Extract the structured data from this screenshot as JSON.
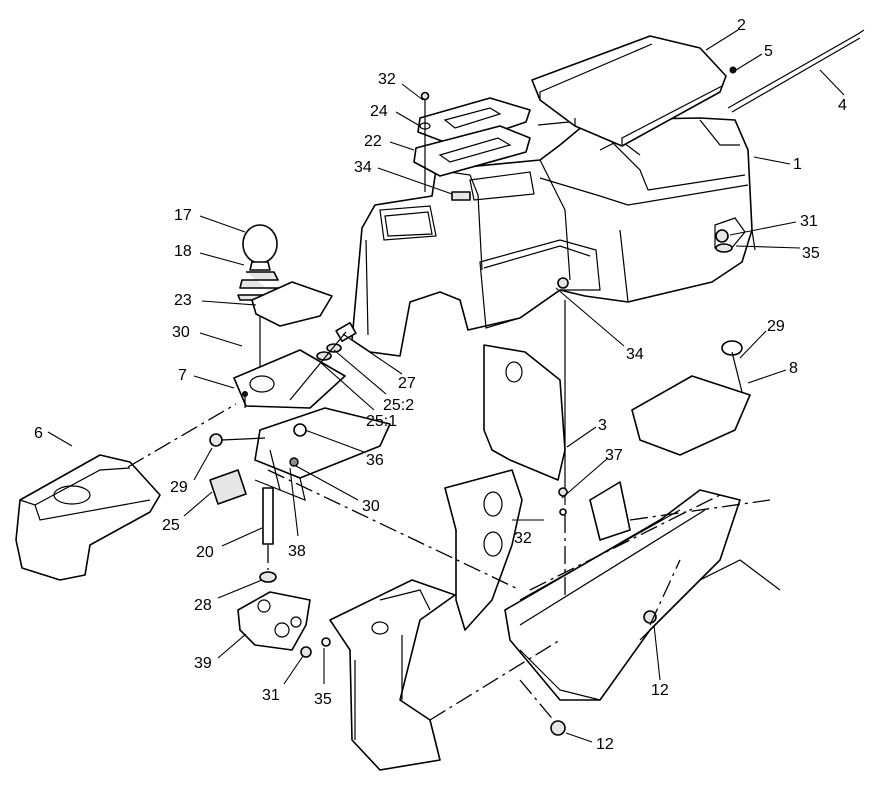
{
  "callouts": [
    {
      "id": "c1",
      "label": "1"
    },
    {
      "id": "c2",
      "label": "2"
    },
    {
      "id": "c3",
      "label": "3"
    },
    {
      "id": "c4",
      "label": "4"
    },
    {
      "id": "c5",
      "label": "5"
    },
    {
      "id": "c6",
      "label": "6"
    },
    {
      "id": "c7",
      "label": "7"
    },
    {
      "id": "c8",
      "label": "8"
    },
    {
      "id": "c12a",
      "label": "12"
    },
    {
      "id": "c12b",
      "label": "12"
    },
    {
      "id": "c17",
      "label": "17"
    },
    {
      "id": "c18",
      "label": "18"
    },
    {
      "id": "c20",
      "label": "20"
    },
    {
      "id": "c22",
      "label": "22"
    },
    {
      "id": "c23",
      "label": "23"
    },
    {
      "id": "c24",
      "label": "24"
    },
    {
      "id": "c25",
      "label": "25"
    },
    {
      "id": "c25-1",
      "label": "25:1"
    },
    {
      "id": "c25-2",
      "label": "25:2"
    },
    {
      "id": "c27",
      "label": "27"
    },
    {
      "id": "c28",
      "label": "28"
    },
    {
      "id": "c29a",
      "label": "29"
    },
    {
      "id": "c29b",
      "label": "29"
    },
    {
      "id": "c30a",
      "label": "30"
    },
    {
      "id": "c30b",
      "label": "30"
    },
    {
      "id": "c31a",
      "label": "31"
    },
    {
      "id": "c31b",
      "label": "31"
    },
    {
      "id": "c32a",
      "label": "32"
    },
    {
      "id": "c32b",
      "label": "32"
    },
    {
      "id": "c34a",
      "label": "34"
    },
    {
      "id": "c34b",
      "label": "34"
    },
    {
      "id": "c35a",
      "label": "35"
    },
    {
      "id": "c35b",
      "label": "35"
    },
    {
      "id": "c36",
      "label": "36"
    },
    {
      "id": "c37",
      "label": "37"
    },
    {
      "id": "c38",
      "label": "38"
    },
    {
      "id": "c39",
      "label": "39"
    }
  ]
}
